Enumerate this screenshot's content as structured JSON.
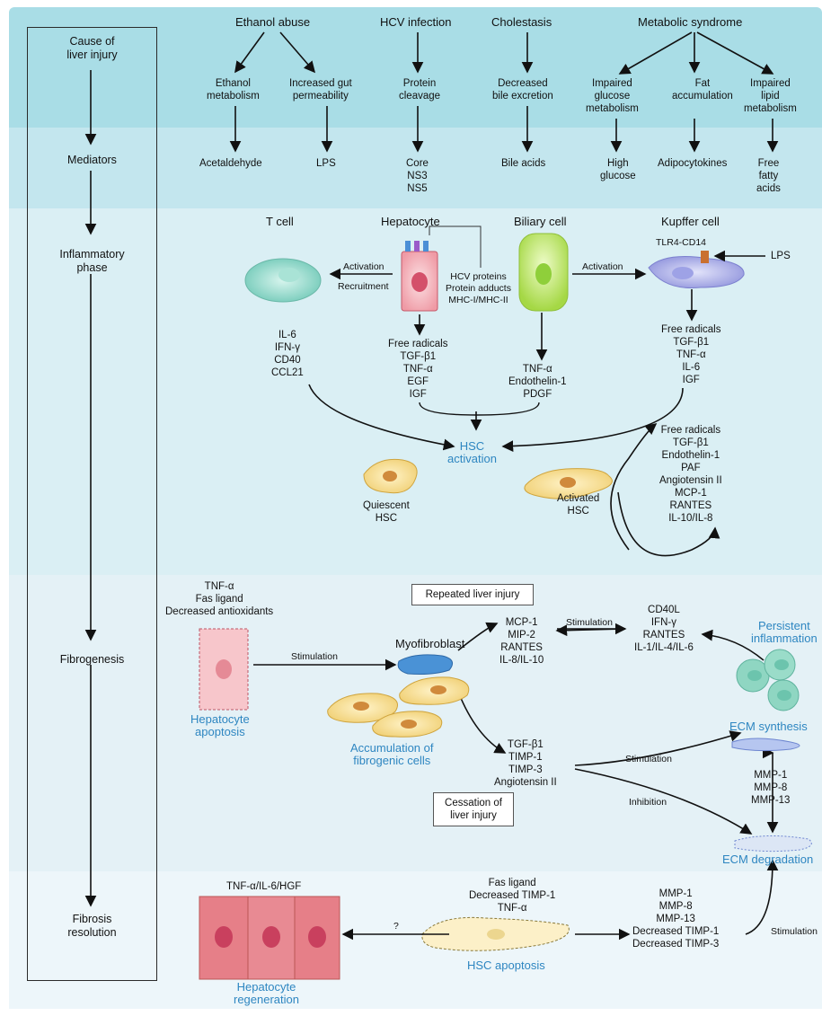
{
  "colors": {
    "band1": "#a9dde6",
    "band2": "#c3e6ee",
    "band3": "#daeff4",
    "band4": "#e4f1f6",
    "band5": "#edf6fa",
    "accent_text": "#2e86c1"
  },
  "stages": {
    "cause": "Cause of\nliver injury",
    "mediators": "Mediators",
    "inflammatory": "Inflammatory\nphase",
    "fibrogenesis": "Fibrogenesis",
    "resolution": "Fibrosis\nresolution"
  },
  "causes": {
    "ethanol": "Ethanol abuse",
    "hcv": "HCV infection",
    "cholestasis": "Cholestasis",
    "metabolic": "Metabolic syndrome"
  },
  "processes": {
    "ethanol_metabolism": "Ethanol\nmetabolism",
    "gut": "Increased gut\npermeability",
    "protein": "Protein\ncleavage",
    "bile": "Decreased\nbile excretion",
    "glucose": "Impaired\nglucose\nmetabolism",
    "fat": "Fat\naccumulation",
    "lipid": "Impaired\nlipid\nmetabolism"
  },
  "mediators": {
    "acetaldehyde": "Acetaldehyde",
    "lps": "LPS",
    "core": "Core\nNS3\nNS5",
    "bile_acids": "Bile acids",
    "high_glucose": "High\nglucose",
    "adipocytokines": "Adipocytokines",
    "ffa": "Free\nfatty\nacids"
  },
  "inflammatory": {
    "tcell": "T cell",
    "hepatocyte": "Hepatocyte",
    "biliary": "Biliary cell",
    "kupffer": "Kupffer cell",
    "tlr": "TLR4-CD14",
    "lps": "LPS",
    "activation_left": "Activation",
    "recruitment": "Recruitment",
    "activation_right": "Activation",
    "hcv_proteins": "HCV proteins\nProtein adducts\nMHC-I/MHC-II",
    "tcell_factors": "IL-6\nIFN-γ\nCD40\nCCL21",
    "hep_factors": "Free radicals\nTGF-β1\nTNF-α\nEGF\nIGF",
    "biliary_factors": "TNF-α\nEndothelin-1\nPDGF",
    "kupffer_factors": "Free radicals\nTGF-β1\nTNF-α\nIL-6\nIGF",
    "hsc_activation": "HSC\nactivation",
    "quiescent": "Quiescent\nHSC",
    "activated": "Activated\nHSC",
    "autocrine": "Free radicals\nTGF-β1\nEndothelin-1\nPAF\nAngiotensin II\nMCP-1\nRANTES\nIL-10/IL-8"
  },
  "fibrogenesis": {
    "apop_triggers": "TNF-α\nFas ligand\nDecreased antioxidants",
    "hep_apoptosis": "Hepatocyte\napoptosis",
    "stimulation1": "Stimulation",
    "repeated": "Repeated liver injury",
    "myofibroblast": "Myofibroblast",
    "accumulation": "Accumulation of\nfibrogenic cells",
    "chemokines": "MCP-1\nMIP-2\nRANTES\nIL-8/IL-10",
    "stimulation2": "Stimulation",
    "cytokines": "CD40L\nIFN-γ\nRANTES\nIL-1/IL-4/IL-6",
    "persistent": "Persistent\ninflammation",
    "tgf": "TGF-β1\nTIMP-1\nTIMP-3\nAngiotensin II",
    "stimulation3": "Stimulation",
    "inhibition": "Inhibition",
    "ecm_synthesis": "ECM synthesis",
    "mmps": "MMP-1\nMMP-8\nMMP-13",
    "cessation": "Cessation of\nliver injury",
    "ecm_degradation": "ECM degradation"
  },
  "resolution": {
    "growth": "TNF-α/IL-6/HGF",
    "regen": "Hepatocyte\nregeneration",
    "question": "?",
    "fas": "Fas ligand\nDecreased TIMP-1\nTNF-α",
    "hsc_apoptosis": "HSC apoptosis",
    "mmp_list": "MMP-1\nMMP-8\nMMP-13\nDecreased TIMP-1\nDecreased TIMP-3",
    "stimulation4": "Stimulation"
  }
}
